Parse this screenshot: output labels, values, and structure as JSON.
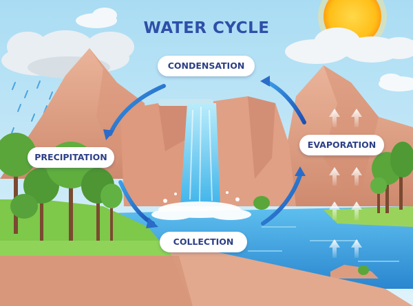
{
  "title": "WATER CYCLE",
  "stages": {
    "condensation": "CONDENSATION",
    "precipitation": "PRECIPITATION",
    "evaporation": "EVAPORATION",
    "collection": "COLLECTION"
  },
  "colors": {
    "sky": "#bfe6f7",
    "title": "#2f4fa8",
    "label_text": "#2c3f86",
    "arrow_light": "#3aa0ea",
    "arrow_dark": "#1d4fb3",
    "sun": "#ffc21a",
    "mountain": "#e3a487",
    "water": "#3a9fdc",
    "grass": "#7ec84a",
    "ground": "#d69478"
  },
  "icons": [
    "sun-icon",
    "cloud-icon",
    "raindrop-icon",
    "arrow-up-icon",
    "cycle-arrow-icon",
    "tree-icon"
  ]
}
